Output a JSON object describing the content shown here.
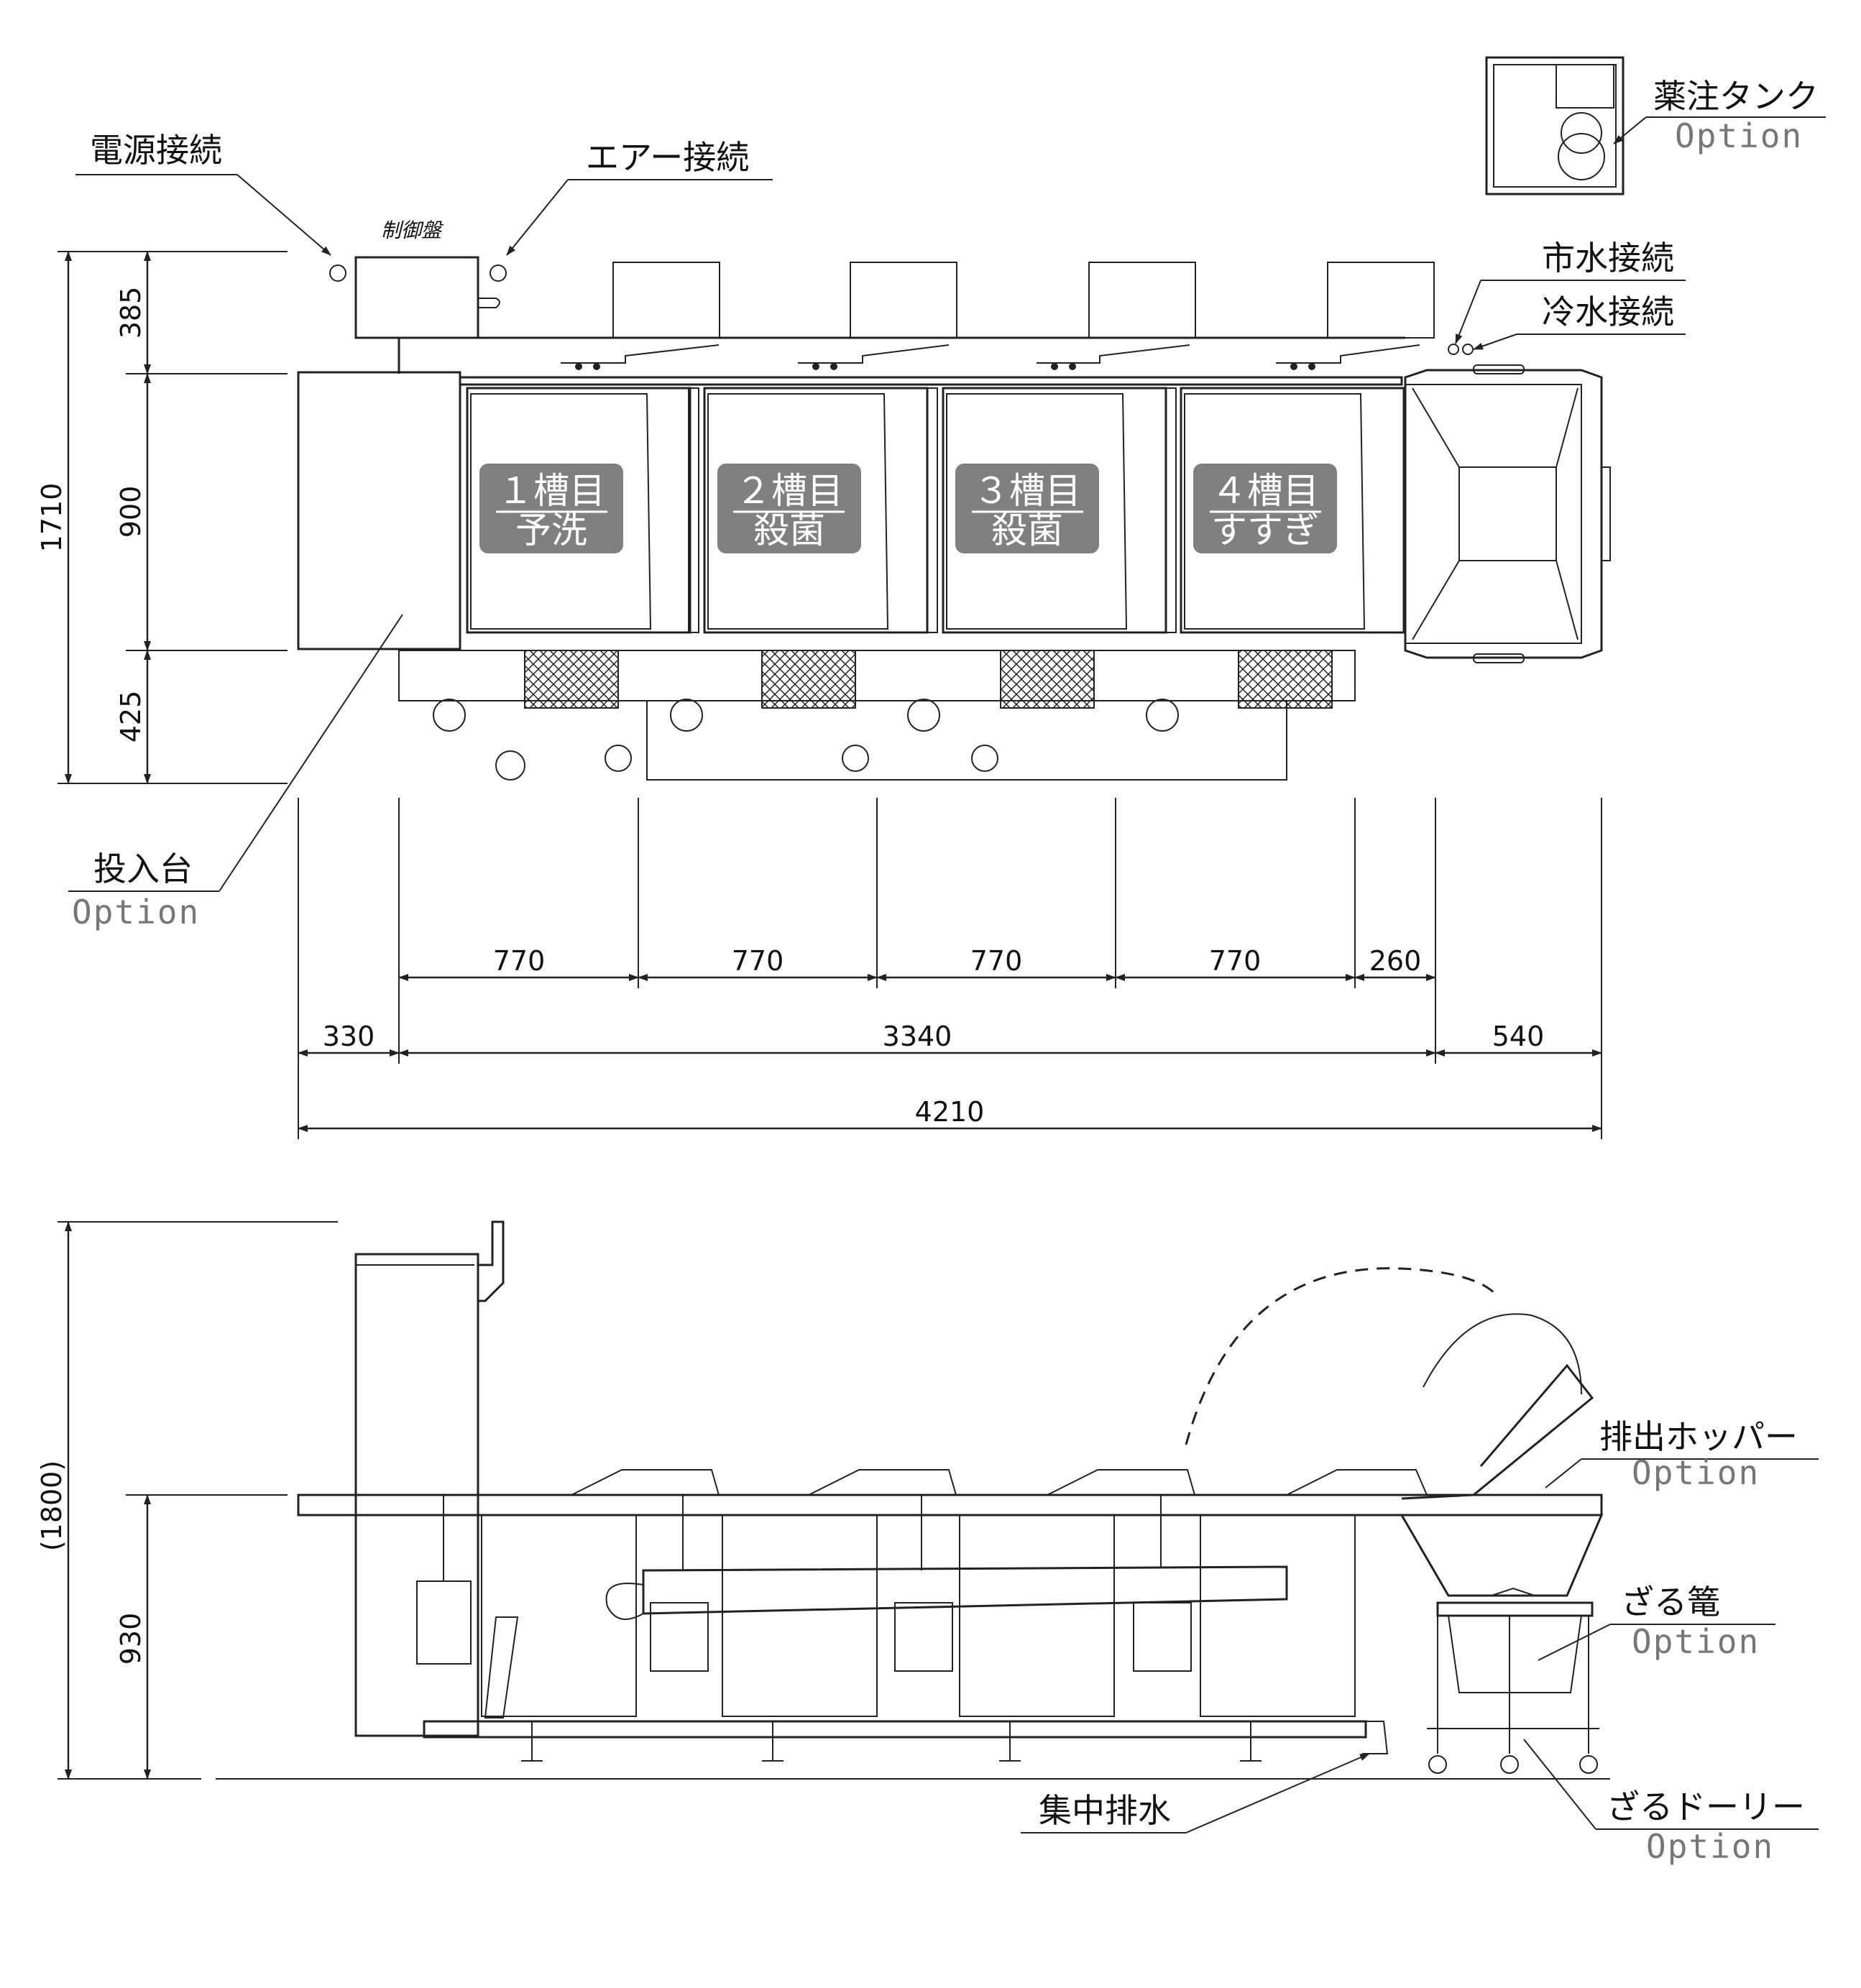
{
  "callouts": {
    "power": "電源接続",
    "air": "エアー接続",
    "control_panel": "制御盤",
    "chemical_tank": "薬注タンク",
    "chemical_tank_option": "Option",
    "city_water": "市水接続",
    "cold_water": "冷水接続",
    "loading_table": "投入台",
    "loading_table_option": "Option",
    "hopper": "排出ホッパー",
    "hopper_option": "Option",
    "basket": "ざる篭",
    "basket_option": "Option",
    "drain": "集中排水",
    "dolly": "ざるドーリー",
    "dolly_option": "Option"
  },
  "tanks": [
    {
      "num": "１槽目",
      "role": "予洗"
    },
    {
      "num": "２槽目",
      "role": "殺菌"
    },
    {
      "num": "３槽目",
      "role": "殺菌"
    },
    {
      "num": "４槽目",
      "role": "すすぎ"
    }
  ],
  "dimensions": {
    "plan_vertical": {
      "total": "1710",
      "top": "385",
      "middle": "900",
      "bottom": "425"
    },
    "plan_horizontal": {
      "segments": [
        "770",
        "770",
        "770",
        "770",
        "260"
      ],
      "left": "330",
      "center": "3340",
      "right": "540",
      "total": "4210"
    },
    "side_vertical": {
      "total": "(1800)",
      "height": "930"
    }
  },
  "colors": {
    "line": "#222222",
    "tank_label_bg": "#808080",
    "option_text": "#777777"
  }
}
